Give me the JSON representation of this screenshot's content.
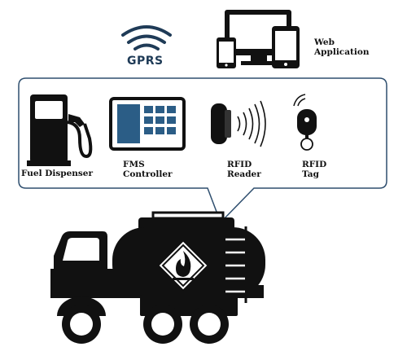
{
  "network": {
    "gprs_label": "GPRS"
  },
  "web": {
    "line1": "Web",
    "line2": "Application"
  },
  "components": {
    "fuel_dispenser": {
      "label": "Fuel Dispenser"
    },
    "fms_controller": {
      "line1": "FMS",
      "line2": "Controller"
    },
    "rfid_reader": {
      "line1": "RFID",
      "line2": "Reader"
    },
    "rfid_tag": {
      "line1": "RFID",
      "line2": "Tag"
    }
  },
  "colors": {
    "ink": "#111111",
    "gprs": "#1f3b57",
    "screen_blue": "#2b5d86",
    "bubble_border": "#2f4f6f"
  }
}
